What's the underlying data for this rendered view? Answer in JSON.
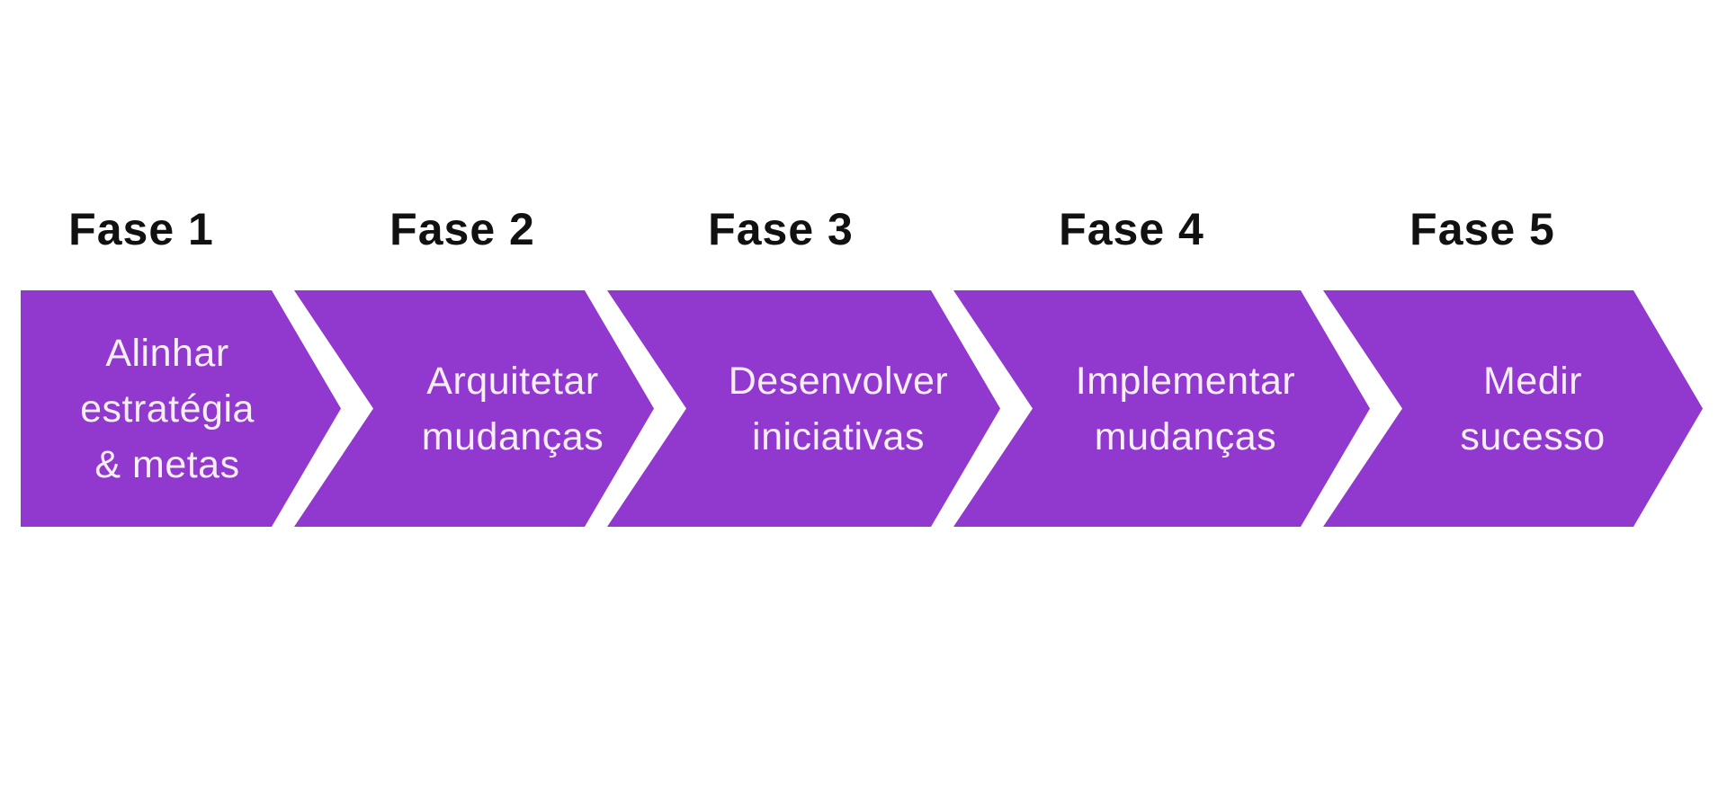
{
  "diagram": {
    "type": "process-flow-arrows",
    "colors": {
      "background": "#ffffff",
      "arrow": "#9138ce",
      "arrow_text": "#f6effa",
      "phase_label": "#111111"
    },
    "phases": [
      {
        "label": "Fase 1",
        "text": "Alinhar\nestratégia\n& metas"
      },
      {
        "label": "Fase 2",
        "text": "Arquitetar\nmudanças"
      },
      {
        "label": "Fase 3",
        "text": "Desenvolver\niniciativas"
      },
      {
        "label": "Fase 4",
        "text": "Implementar\nmudanças"
      },
      {
        "label": "Fase 5",
        "text": "Medir\nsucesso"
      }
    ]
  }
}
